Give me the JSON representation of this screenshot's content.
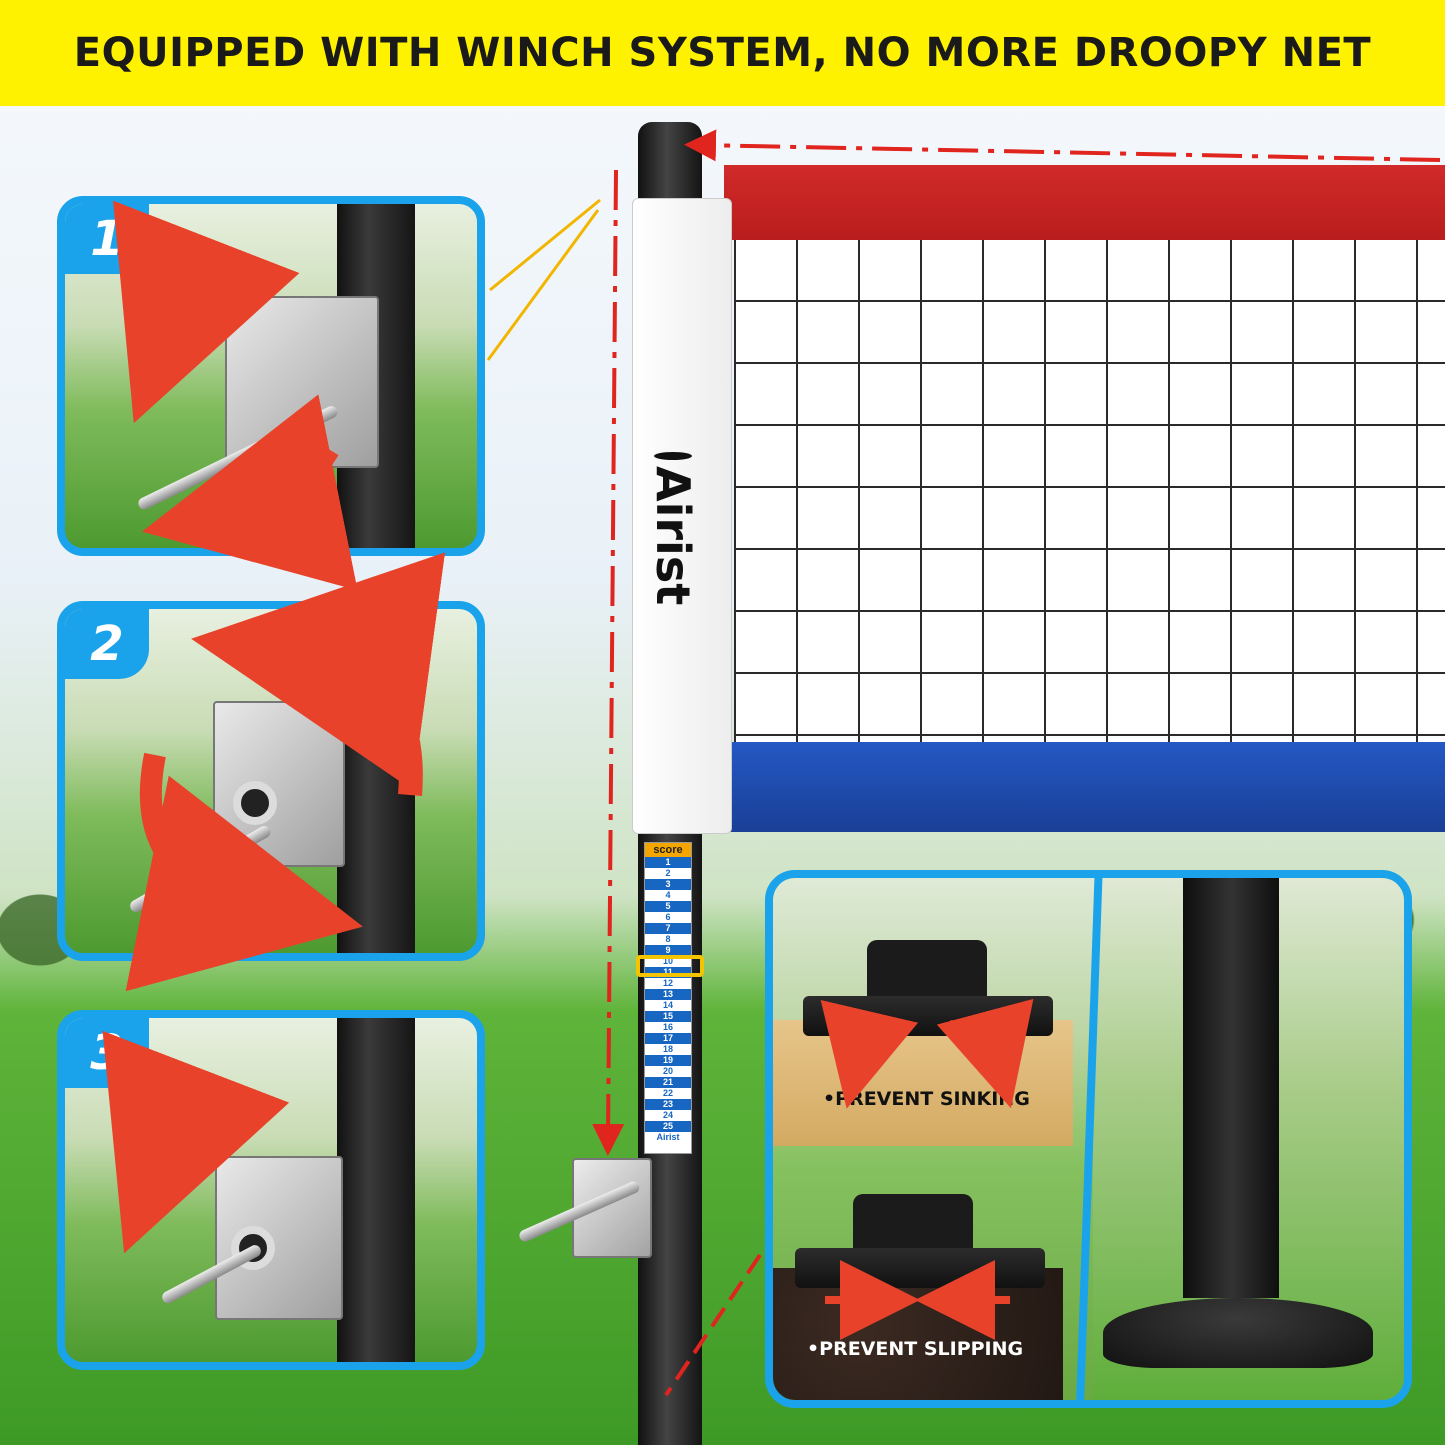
{
  "banner": {
    "title": "EQUIPPED WITH WINCH SYSTEM, NO MORE DROOPY NET"
  },
  "steps": [
    {
      "number": "1"
    },
    {
      "number": "2"
    },
    {
      "number": "3"
    }
  ],
  "brand": {
    "name": "Airist"
  },
  "score_card": {
    "header": "score",
    "rows": [
      "1",
      "2",
      "3",
      "4",
      "5",
      "6",
      "7",
      "8",
      "9",
      "10",
      "11",
      "12",
      "13",
      "14",
      "15",
      "16",
      "17",
      "18",
      "19",
      "20",
      "21",
      "22",
      "23",
      "24",
      "25"
    ],
    "footer": "Airist"
  },
  "base_features": {
    "top_label": "•PREVENT SINKING",
    "bottom_label": "•PREVENT SLIPPING"
  },
  "colors": {
    "banner": "#fff200",
    "panel_border": "#1aa3ea",
    "arrow": "#e8432a",
    "net_top": "#d12a2a",
    "net_bottom": "#2458c4"
  },
  "icons": [
    "rotate-arrow-icon",
    "tension-path-arrow-icon",
    "winch-handle-icon"
  ]
}
